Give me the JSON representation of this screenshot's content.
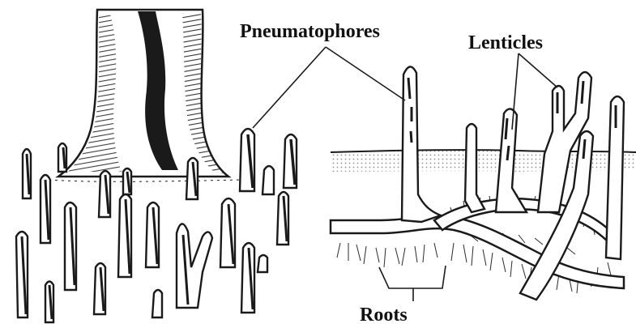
{
  "labels": {
    "pneumatophores": "Pneumatophores",
    "lenticles": "Lenticles",
    "roots": "Roots"
  },
  "colors": {
    "ink": "#1a1a1a",
    "background": "#ffffff"
  }
}
